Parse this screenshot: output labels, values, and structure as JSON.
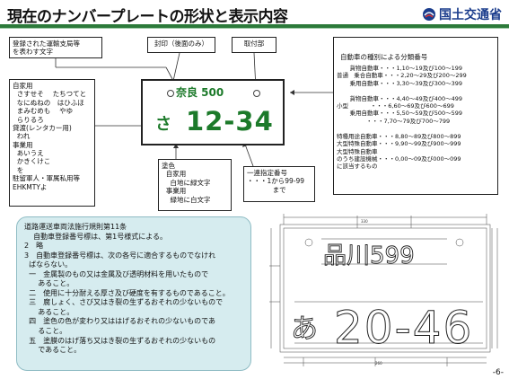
{
  "header": {
    "title": "現在のナンバープレートの形状と表示内容",
    "ministry": "国土交通省"
  },
  "callouts": {
    "office": "登録された運輸支局等\nを表わす文字",
    "seal": "封印（後面のみ）",
    "mount": "取付部",
    "kana": "自家用\n  さすせそ　 たちつてと\n  なにぬねの　はひふほ\n  まみむめも　 やゆ\n  らりるろ\n貸渡(レンタカー用)\n  われ\n事業用\n  あいうえ\n  かきくけこ\n  を\n駐留軍人・軍属私用等\nEHKMTYよ",
    "color": "塗色\n  自家用\n    白地に緑文字\n  事業用\n    緑地に白文字",
    "serial": "一連指定番号\n・・・1から99-99\n            まで",
    "class_heading": "自動車の種別による分類番号",
    "class_body": "       貨物自動車・・・1,10～19及び100～199\n普通   乗合自動車・・・2,20～29及び200～299\n       乗用自動車・・・3,30～39及び300～399\n\n       貨物自動車・・・4,40～49及び400～499\n小型            ・・・6,60～69及び600～699\n       乗用自動車・・・5,50～59及び500～599\n                ・・・7,70～79及び700～799\n\n特種用途自動車・・・8,80～89及び800～899\n大型特殊自動車・・・9,90～99及び900～999\n大型特殊自動車\nのうち建設機械・・・0,00～09及び000～099\nに該当するもの"
  },
  "plate": {
    "region": "奈良 500",
    "kana": "さ",
    "number": "12-34"
  },
  "law": {
    "lines": [
      "道路運送車両法施行規則第11条",
      "    自動車登録番号標は、第1号様式による。",
      "2　略",
      "3　自動車登録番号標は、次の各号に適合するものでなけれ",
      "  ばならない。",
      "  一　金属製のもの又は金属及び透明材料を用いたもので",
      "      あること。",
      "  二　使用に十分耐える厚さ及び硬度を有するものであること。",
      "  三　腐しょく、さび又はき裂の生ずるおそれの少ないもので",
      "      あること。",
      "  四　塗色の色が変わり又ははげるおそれの少ないものであ",
      "      ること。",
      "  五　塗膜のはげ落ち又はき裂の生ずるおそれの少ないもの",
      "      であること。"
    ]
  },
  "drawing": {
    "top_text": "品川599",
    "kana": "あ",
    "number": "20-46"
  },
  "page_number": "-6-",
  "colors": {
    "plate_text": "#1c7a2a",
    "header_bar": "#2c7a3a",
    "law_bg": "#d6ecef",
    "ministry": "#1a3c8c"
  }
}
